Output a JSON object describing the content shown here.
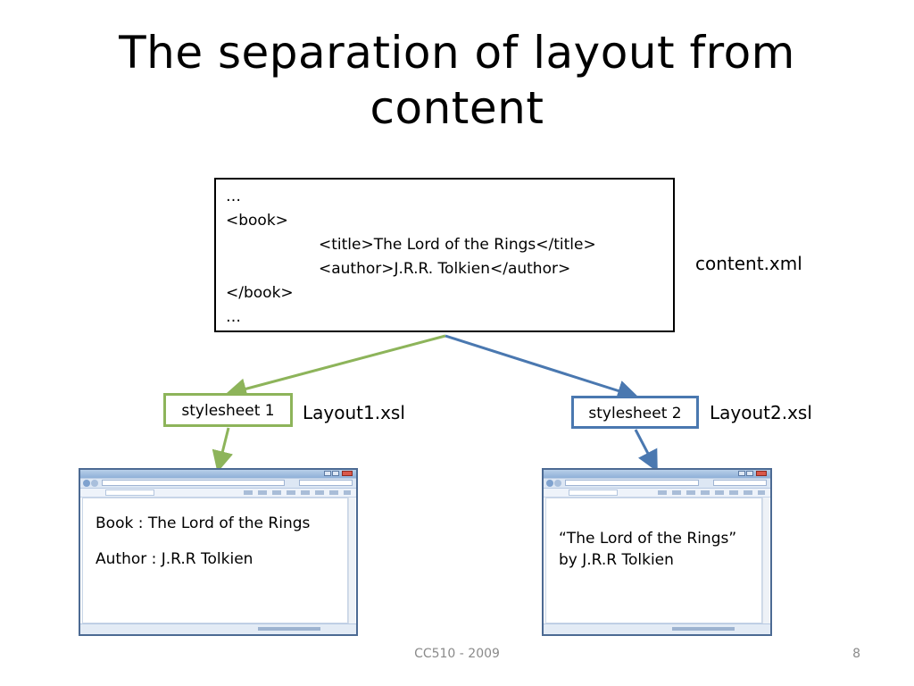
{
  "slide": {
    "title_line1": "The separation of layout from",
    "title_line2": "content",
    "footer": "CC510  -  2009",
    "page_number": "8"
  },
  "content_box": {
    "lines": [
      "…",
      "<book>",
      "<title>The Lord of the Rings</title>",
      "<author>J.R.R. Tolkien</author>",
      "</book>",
      "…"
    ],
    "filename": "content.xml"
  },
  "stylesheets": [
    {
      "label": "stylesheet 1",
      "filename": "Layout1.xsl",
      "color": "#8db45a"
    },
    {
      "label": "stylesheet 2",
      "filename": "Layout2.xsl",
      "color": "#4a78b0"
    }
  ],
  "browsers": [
    {
      "line1": "Book : The Lord of the Rings",
      "line2": "Author : J.R.R Tolkien"
    },
    {
      "line1": "“The Lord of the Rings”",
      "line2": "by J.R.R Tolkien"
    }
  ]
}
